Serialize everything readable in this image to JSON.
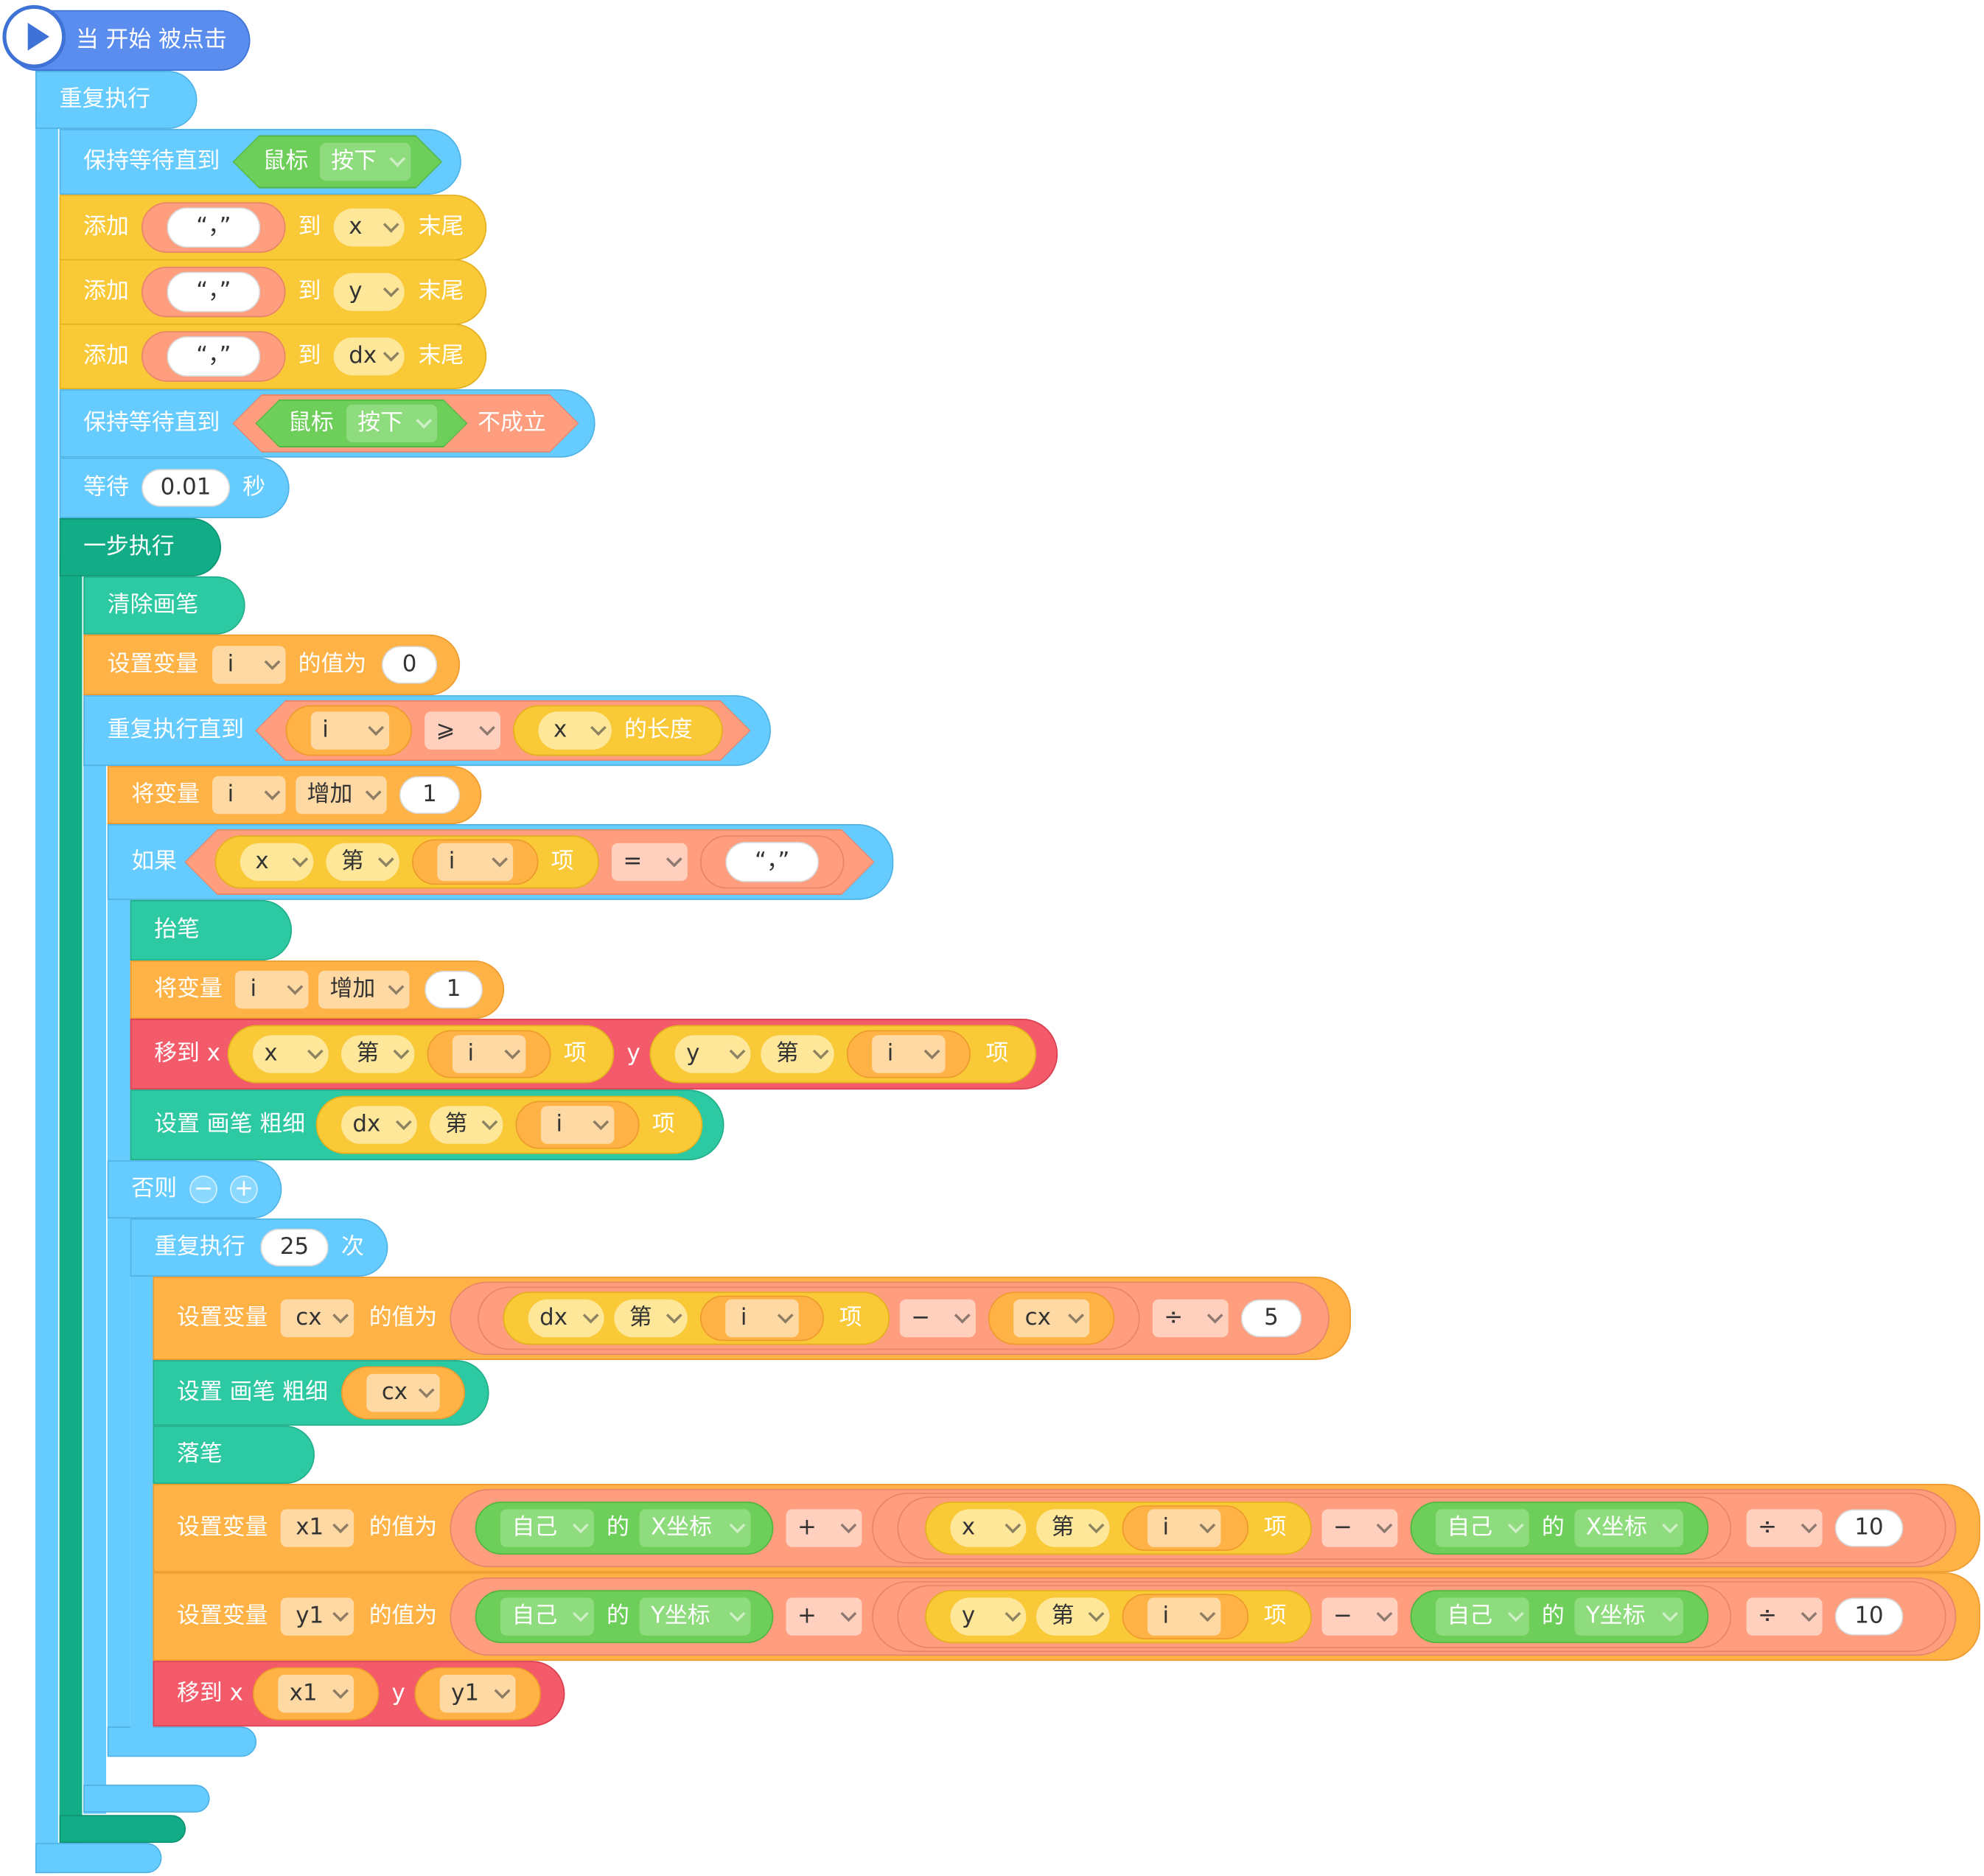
{
  "colors": {
    "event": "#5B8DEF",
    "control": "#66CCFF",
    "controlDark": "#12AD87",
    "pen": "#2DC9A2",
    "variable": "#FFB347",
    "list": "#F9C937",
    "operator": "#FF9E7F",
    "motion": "#F35A6A",
    "sensing": "#6DCE5A"
  },
  "icons": {
    "hat": "play-circle-icon",
    "dropdown": "chevron-down-icon"
  },
  "l1": {
    "label": "当 开始 被点击"
  },
  "l2": {
    "label": "重复执行"
  },
  "l3": {
    "label": "保持等待直到",
    "p1": "鼠标",
    "d1": "按下"
  },
  "l4": {
    "label": "添加",
    "s": "“，”",
    "mid": "到",
    "d": "x",
    "end": "末尾"
  },
  "l5": {
    "label": "添加",
    "s": "“，”",
    "mid": "到",
    "d": "y",
    "end": "末尾"
  },
  "l6": {
    "label": "添加",
    "s": "“，”",
    "mid": "到",
    "d": "dx",
    "end": "末尾"
  },
  "l7": {
    "label": "保持等待直到",
    "p1": "鼠标",
    "d1": "按下",
    "not": "不成立"
  },
  "l8": {
    "label": "等待",
    "v": "0.01",
    "unit": "秒"
  },
  "l9": {
    "label": "一步执行"
  },
  "l10": {
    "label": "清除画笔"
  },
  "l11": {
    "label": "设置变量",
    "d": "i",
    "mid": "的值为",
    "v": "0"
  },
  "l12": {
    "label": "重复执行直到",
    "d1": "i",
    "op": "⩾",
    "d2": "x",
    "len": "的长度"
  },
  "l13": {
    "label": "将变量",
    "d1": "i",
    "d2": "增加",
    "v": "1"
  },
  "l14": {
    "label": "如果",
    "d1": "x",
    "d2": "第",
    "d3": "i",
    "item": "项",
    "op": "=",
    "s": "“，”"
  },
  "l15": {
    "label": "抬笔"
  },
  "l16": {
    "label": "将变量",
    "d1": "i",
    "d2": "增加",
    "v": "1"
  },
  "l17": {
    "label": "移到 x",
    "a1": "x",
    "a2": "第",
    "a3": "i",
    "item1": "项",
    "y": "y",
    "b1": "y",
    "b2": "第",
    "b3": "i",
    "item2": "项"
  },
  "l18": {
    "label": "设置 画笔 粗细",
    "d1": "dx",
    "d2": "第",
    "d3": "i",
    "item": "项"
  },
  "l19": {
    "label": "否则",
    "minus": "−",
    "plus": "+"
  },
  "l20": {
    "label": "重复执行",
    "v": "25",
    "unit": "次"
  },
  "l21": {
    "label": "设置变量",
    "d": "cx",
    "mid": "的值为",
    "a1": "dx",
    "a2": "第",
    "a3": "i",
    "item": "项",
    "op1": "−",
    "b": "cx",
    "op2": "÷",
    "v": "5"
  },
  "l22": {
    "label": "设置 画笔 粗细",
    "d": "cx"
  },
  "l23": {
    "label": "落笔"
  },
  "l24": {
    "label": "设置变量",
    "d": "x1",
    "mid": "的值为",
    "s1": "自己",
    "of1": "的",
    "p1": "X坐标",
    "op1": "+",
    "a1": "x",
    "a2": "第",
    "a3": "i",
    "item": "项",
    "op2": "−",
    "s2": "自己",
    "of2": "的",
    "p2": "X坐标",
    "op3": "÷",
    "v": "10"
  },
  "l25": {
    "label": "设置变量",
    "d": "y1",
    "mid": "的值为",
    "s1": "自己",
    "of1": "的",
    "p1": "Y坐标",
    "op1": "+",
    "a1": "y",
    "a2": "第",
    "a3": "i",
    "item": "项",
    "op2": "−",
    "s2": "自己",
    "of2": "的",
    "p2": "Y坐标",
    "op3": "÷",
    "v": "10"
  },
  "l26": {
    "label": "移到 x",
    "d1": "x1",
    "y": "y",
    "d2": "y1"
  }
}
